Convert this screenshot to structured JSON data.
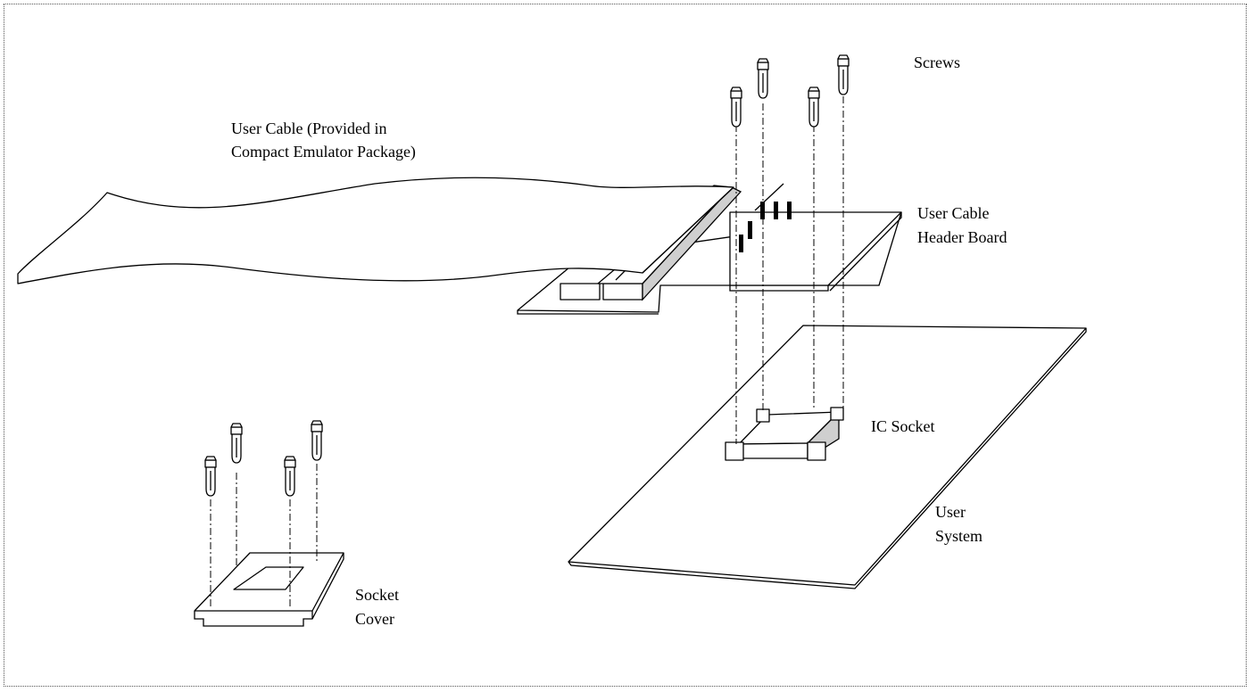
{
  "diagram": {
    "labels": {
      "screws": "Screws",
      "user_cable": [
        "User Cable (Provided in",
        "Compact Emulator Package)"
      ],
      "header_board": [
        "User Cable",
        "Header Board"
      ],
      "ic_socket": "IC Socket",
      "user_system": [
        "User",
        "System"
      ],
      "socket_cover": [
        "Socket",
        "Cover"
      ]
    }
  }
}
